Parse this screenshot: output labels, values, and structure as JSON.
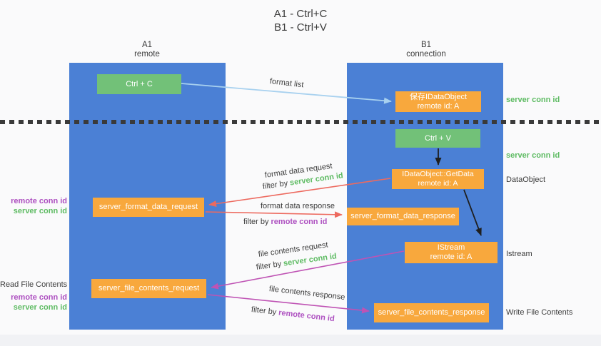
{
  "title": {
    "line1": "A1 - Ctrl+C",
    "line2": "B1 - Ctrl+V"
  },
  "lanes": {
    "a1": {
      "name": "A1",
      "role": "remote"
    },
    "b1": {
      "name": "B1",
      "role": "connection"
    }
  },
  "boxes": {
    "ctrl_c": "Ctrl + C",
    "ctrl_v": "Ctrl + V",
    "save_dataobject": "保存IDataObject",
    "getdata": "IDataObject::GetData",
    "istream": "IStream",
    "remote_id": "remote id: A",
    "format_request": "server_format_data_request",
    "format_response": "server_format_data_response",
    "file_request": "server_file_contents_request",
    "file_response": "server_file_contents_response"
  },
  "labels": {
    "format_list": "format list",
    "format_data_request": "format data request",
    "format_data_response": "format data response",
    "file_contents_request": "file contents request",
    "file_contents_response": "file contents response",
    "filter_by": "filter by ",
    "server_conn_id": "server conn id",
    "remote_conn_id": "remote conn id",
    "read_file_contents": "Read File Contents",
    "write_file_contents": "Write File Contents",
    "dataobject": "DataObject",
    "istream": "Istream"
  },
  "colors": {
    "lane_blue": "#4b80d5",
    "box_green": "#72c178",
    "box_orange": "#f8a83d",
    "arrow_light_blue": "#a8d1ef",
    "arrow_red": "#ed6a5f",
    "arrow_magenta": "#bf53b4",
    "arrow_black": "#1f1f1f",
    "text_green": "#5dbb62",
    "text_purple": "#ad4fc0",
    "separator_dark": "#3a3a3a"
  }
}
